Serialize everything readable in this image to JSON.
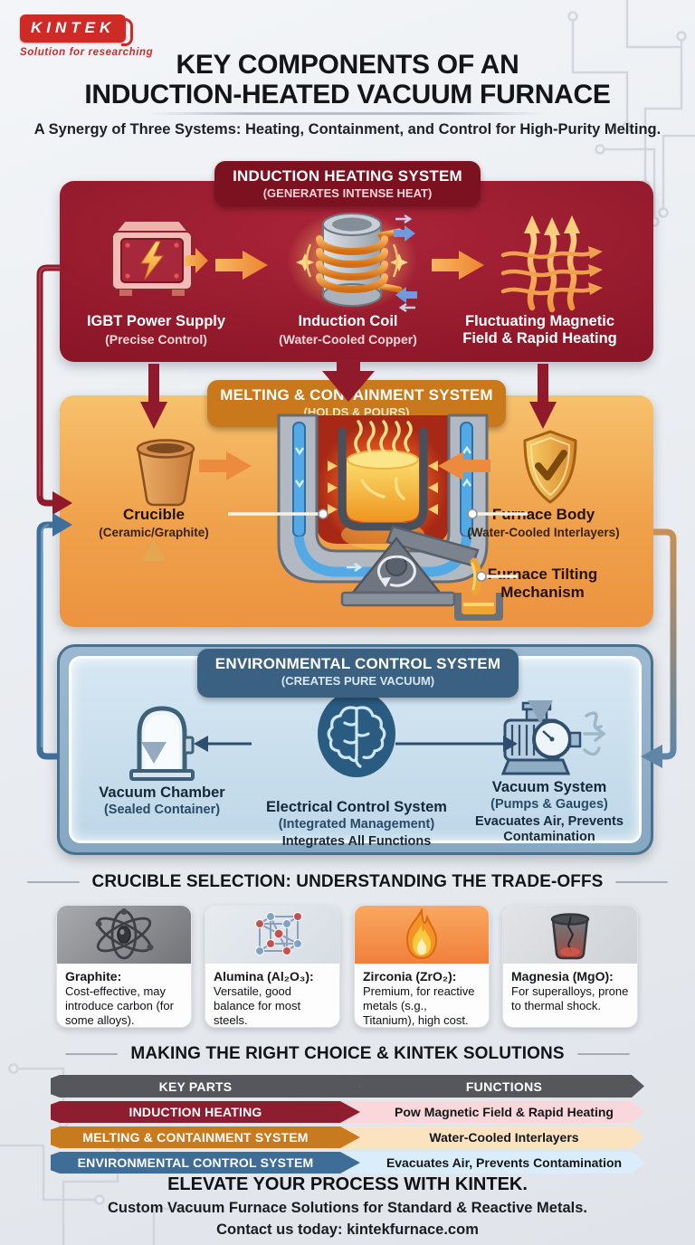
{
  "brand": {
    "name": "KINTEK",
    "tagline": "Solution for researching",
    "color": "#ce2b27"
  },
  "header": {
    "title_line1": "KEY COMPONENTS OF AN",
    "title_line2": "INDUCTION-HEATED VACUUM FURNACE",
    "subtitle": "A Synergy of Three Systems: Heating, Containment, and Control for High-Purity Melting."
  },
  "induction_system": {
    "title": "INDUCTION HEATING SYSTEM",
    "subtitle": "(GENERATES INTENSE HEAT)",
    "accent": "#7c1120",
    "items": [
      {
        "label": "IGBT Power Supply",
        "sublabel": "(Precise Control)",
        "icon": "power-supply-icon"
      },
      {
        "label": "Induction Coil",
        "sublabel": "(Water-Cooled Copper)",
        "icon": "induction-coil-icon"
      },
      {
        "label": "Fluctuating Magnetic Field & Rapid Heating",
        "sublabel": "",
        "icon": "magnetic-field-icon"
      }
    ]
  },
  "melting_system": {
    "title": "MELTING & CONTAINMENT SYSTEM",
    "subtitle": "(HOLDS & POURS)",
    "accent": "#c9781b",
    "crucible": {
      "label": "Crucible",
      "sublabel": "(Ceramic/Graphite)"
    },
    "furnace_body": {
      "label": "Furnace Body",
      "sublabel": "(Water-Cooled Interlayers)"
    },
    "tilting": {
      "label": "Furnace Tilting Mechanism"
    }
  },
  "environment_system": {
    "title": "ENVIRONMENTAL CONTROL SYSTEM",
    "subtitle": "(CREATES PURE VACUUM)",
    "accent": "#3a6181",
    "items": [
      {
        "label": "Vacuum Chamber",
        "sublabel": "(Sealed Container)",
        "note": ""
      },
      {
        "label": "Electrical Control System",
        "sublabel": "(Integrated Management)",
        "note": "Integrates All Functions"
      },
      {
        "label": "Vacuum System",
        "sublabel": "(Pumps & Gauges)",
        "note": "Evacuates Air, Prevents Contamination"
      }
    ]
  },
  "crucible_selection": {
    "title": "CRUCIBLE SELECTION: UNDERSTANDING THE TRADE-OFFS",
    "cards": [
      {
        "name": "Graphite:",
        "desc": "Cost-effective, may introduce carbon (for some alloys).",
        "icon": "atom-icon"
      },
      {
        "name": "Alumina (Al₂O₃):",
        "desc": "Versatile, good balance for most steels.",
        "icon": "crystal-lattice-icon"
      },
      {
        "name": "Zirconia (ZrO₂):",
        "desc": "Premium, for reactive metals (s.g., Titanium), high cost.",
        "icon": "flame-icon"
      },
      {
        "name": "Magnesia (MgO):",
        "desc": "For superalloys, prone to thermal shock.",
        "icon": "cracked-crucible-icon"
      }
    ]
  },
  "solutions_table": {
    "title": "MAKING THE RIGHT CHOICE & KINTEK SOLUTIONS",
    "headers": {
      "parts": "KEY PARTS",
      "functions": "FUNCTIONS"
    },
    "rows": [
      {
        "part": "INDUCTION HEATING",
        "function": "Pow Magnetic Field & Rapid Heating",
        "part_color": "#8f1d30",
        "function_bg": "#f9d7db"
      },
      {
        "part": "MELTING & CONTAINMENT SYSTEM",
        "function": "Water-Cooled Interlayers",
        "part_color": "#c87a1e",
        "function_bg": "#fbe3c2"
      },
      {
        "part": "ENVIRONMENTAL CONTROL SYSTEM",
        "function": "Evacuates Air, Prevents Contamination",
        "part_color": "#3e6e98",
        "function_bg": "#d9eefa"
      }
    ]
  },
  "footer": {
    "headline": "ELEVATE YOUR PROCESS WITH KINTEK.",
    "subline": "Custom Vacuum Furnace Solutions for Standard & Reactive Metals.",
    "contact_prefix": "Contact us today: ",
    "contact_domain": "kintekfurnace.com"
  }
}
